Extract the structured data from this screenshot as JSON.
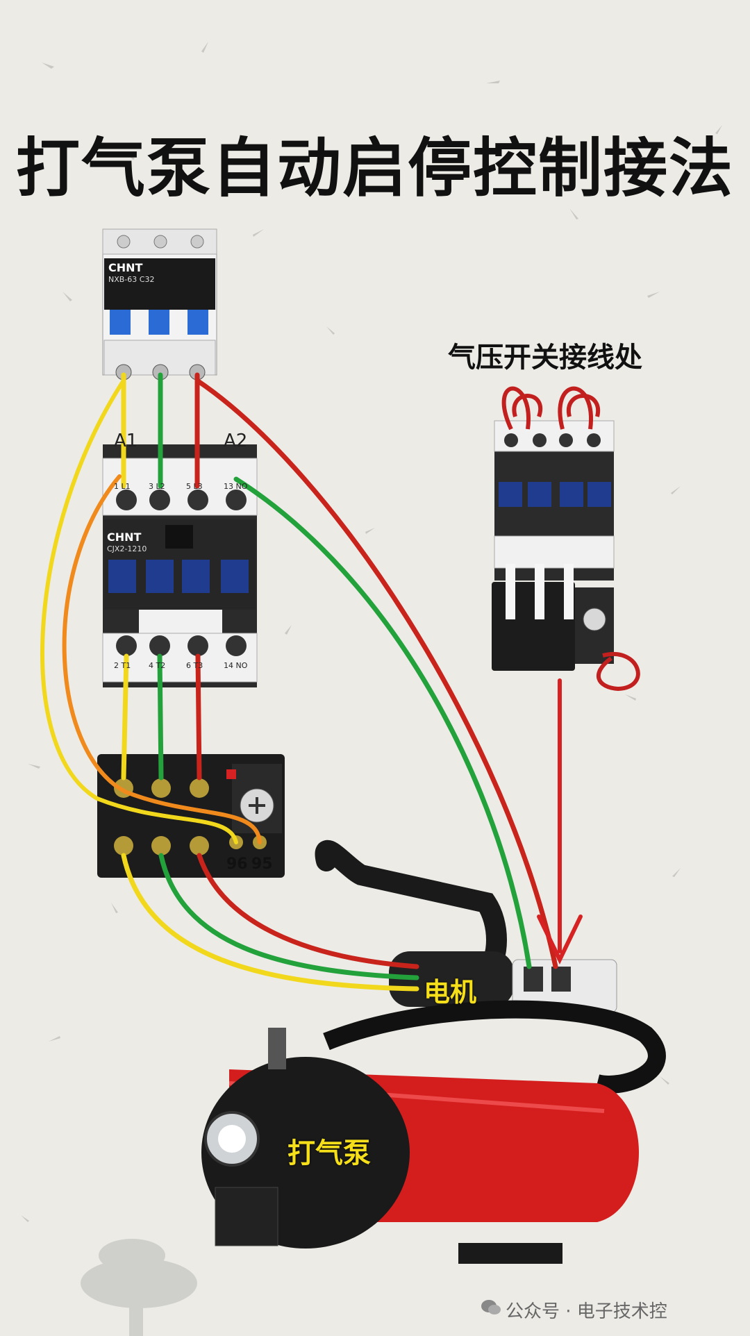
{
  "title": "打气泵自动启停控制接法",
  "labels": {
    "pressure_switch": "气压开关接线处",
    "motor": "电机",
    "pump": "打气泵",
    "coil_a1": "A1",
    "coil_a2": "A2",
    "relay_terminal_96": "96",
    "relay_terminal_95": "95"
  },
  "breaker": {
    "brand": "CHNT",
    "model": "NXB-63 C32"
  },
  "contactor": {
    "brand": "CHNT",
    "model": "CJX2-1210"
  },
  "contactor_terminals_top": [
    "1 L1",
    "3 L2",
    "5 L3",
    "13 NO"
  ],
  "contactor_terminals_bottom": [
    "2 T1",
    "4 T2",
    "6 T3",
    "14 NO"
  ],
  "watermark": "公众号 · 电子技术控",
  "colors": {
    "phase_l1": "#f2d81c",
    "phase_l2": "#23a23c",
    "phase_l3": "#c8241c",
    "control": "#f08a1c",
    "pump_body": "#d41e1e"
  }
}
